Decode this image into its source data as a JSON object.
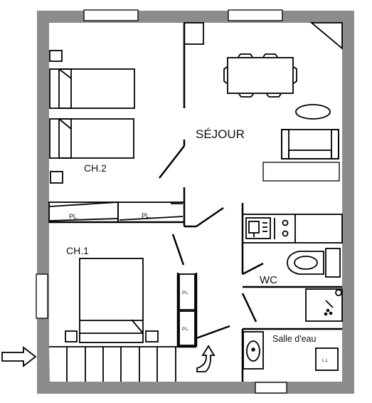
{
  "rooms": {
    "sejour": "SÉJOUR",
    "chambre_2": "CH.2",
    "chambre_1": "CH.1",
    "wc": "WC",
    "salle_eau": "Salle d'eau"
  },
  "fixtures": {
    "placard_1": "PL.",
    "placard_2": "PL.",
    "placard_3": "P L",
    "placard_4": "P L",
    "lave_linge": "L.L"
  },
  "colors": {
    "wall": "#8c8c8c",
    "line": "#000000",
    "background": "#ffffff"
  },
  "icons": [
    "entrance-arrow-icon",
    "stairs-up-arrow-icon",
    "shower-icon",
    "window-icon"
  ]
}
